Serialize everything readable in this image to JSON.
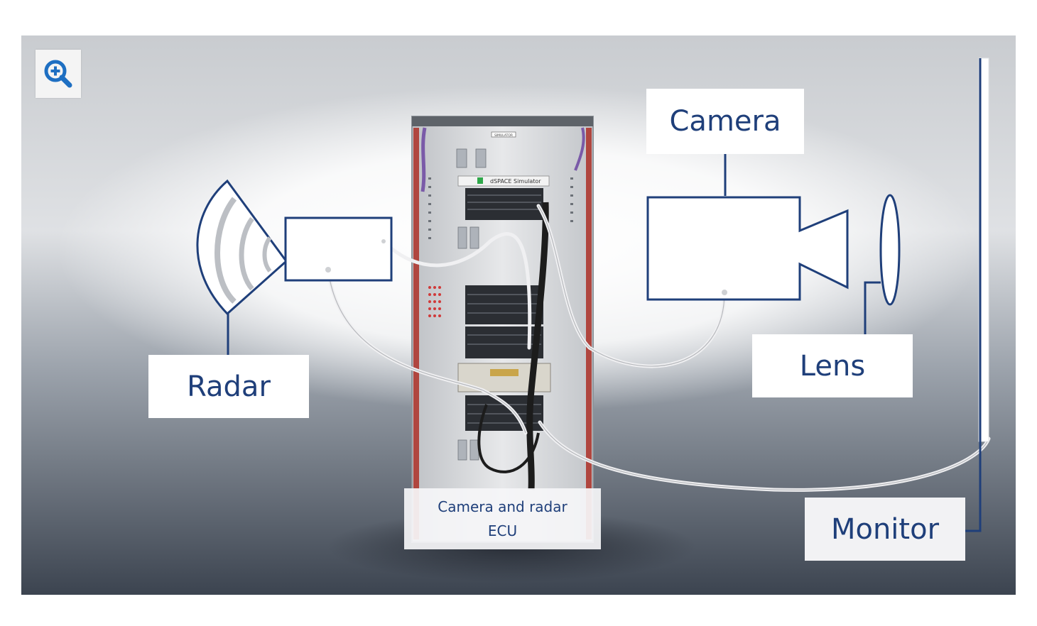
{
  "toolbar": {
    "zoom_icon": "zoom-in-icon"
  },
  "labels": {
    "radar": "Radar",
    "camera": "Camera",
    "lens": "Lens",
    "monitor": "Monitor",
    "ecu_line1": "Camera and radar",
    "ecu_line2": "ECU"
  },
  "rack": {
    "badge": "dSPACE Simulator",
    "top_plate": "SIMULATOR"
  },
  "colors": {
    "line": "#1f3f7a",
    "label_text": "#1f3f7a",
    "background_dark": "#3c4450",
    "background_light": "#ffffff"
  }
}
